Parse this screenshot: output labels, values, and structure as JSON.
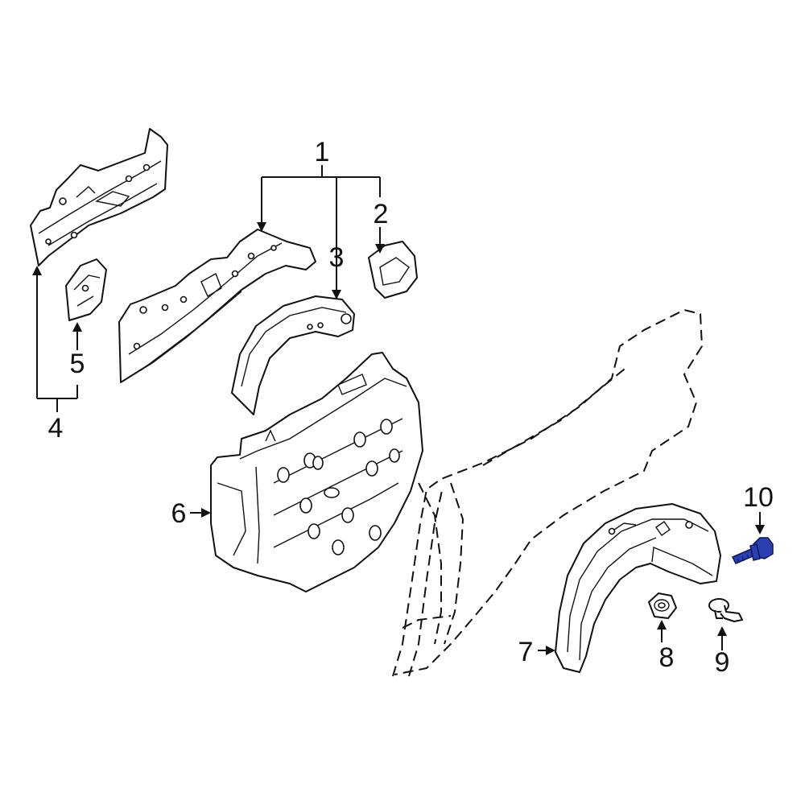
{
  "callouts": [
    {
      "id": "1",
      "label": "1"
    },
    {
      "id": "2",
      "label": "2"
    },
    {
      "id": "3",
      "label": "3"
    },
    {
      "id": "4",
      "label": "4"
    },
    {
      "id": "5",
      "label": "5"
    },
    {
      "id": "6",
      "label": "6"
    },
    {
      "id": "7",
      "label": "7"
    },
    {
      "id": "8",
      "label": "8"
    },
    {
      "id": "9",
      "label": "9"
    },
    {
      "id": "10",
      "label": "10"
    }
  ],
  "highlight": {
    "part": "10",
    "color": "#2b3fb0"
  }
}
